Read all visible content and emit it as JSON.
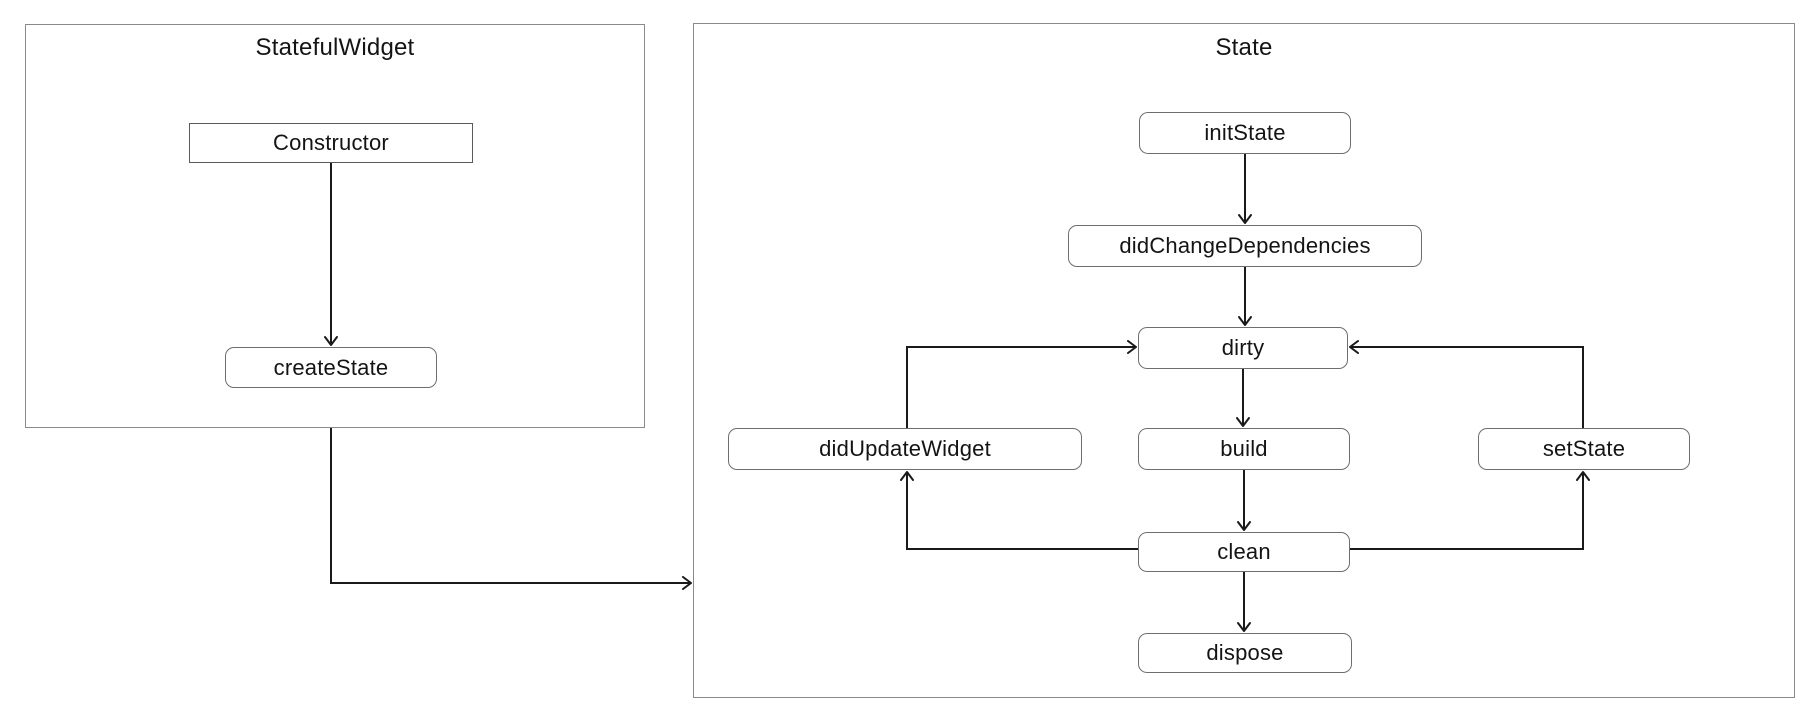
{
  "diagram": {
    "containers": [
      {
        "id": "stateful-widget",
        "title": "StatefulWidget"
      },
      {
        "id": "state",
        "title": "State"
      }
    ],
    "nodes": [
      {
        "id": "constructor",
        "label": "Constructor",
        "shape": "rect",
        "container": "stateful-widget"
      },
      {
        "id": "create-state",
        "label": "createState",
        "shape": "rounded",
        "container": "stateful-widget"
      },
      {
        "id": "init-state",
        "label": "initState",
        "shape": "rounded",
        "container": "state"
      },
      {
        "id": "did-change-dependencies",
        "label": "didChangeDependencies",
        "shape": "rounded",
        "container": "state"
      },
      {
        "id": "dirty",
        "label": "dirty",
        "shape": "rounded",
        "container": "state"
      },
      {
        "id": "did-update-widget",
        "label": "didUpdateWidget",
        "shape": "rounded",
        "container": "state"
      },
      {
        "id": "build",
        "label": "build",
        "shape": "rounded",
        "container": "state"
      },
      {
        "id": "set-state",
        "label": "setState",
        "shape": "rounded",
        "container": "state"
      },
      {
        "id": "clean",
        "label": "clean",
        "shape": "rounded",
        "container": "state"
      },
      {
        "id": "dispose",
        "label": "dispose",
        "shape": "rounded",
        "container": "state"
      }
    ],
    "edges": [
      {
        "from": "constructor",
        "to": "create-state"
      },
      {
        "from": "stateful-widget",
        "to": "state"
      },
      {
        "from": "init-state",
        "to": "did-change-dependencies"
      },
      {
        "from": "did-change-dependencies",
        "to": "dirty"
      },
      {
        "from": "dirty",
        "to": "build"
      },
      {
        "from": "build",
        "to": "clean"
      },
      {
        "from": "clean",
        "to": "dispose"
      },
      {
        "from": "did-update-widget",
        "to": "dirty"
      },
      {
        "from": "clean",
        "to": "did-update-widget"
      },
      {
        "from": "set-state",
        "to": "dirty"
      },
      {
        "from": "clean",
        "to": "set-state"
      }
    ]
  },
  "colors": {
    "background": "#ffffff",
    "container_border": "#8a8a8a",
    "node_border": "#6e6e6e",
    "arrow": "#1a1a1a",
    "text": "#141414"
  }
}
